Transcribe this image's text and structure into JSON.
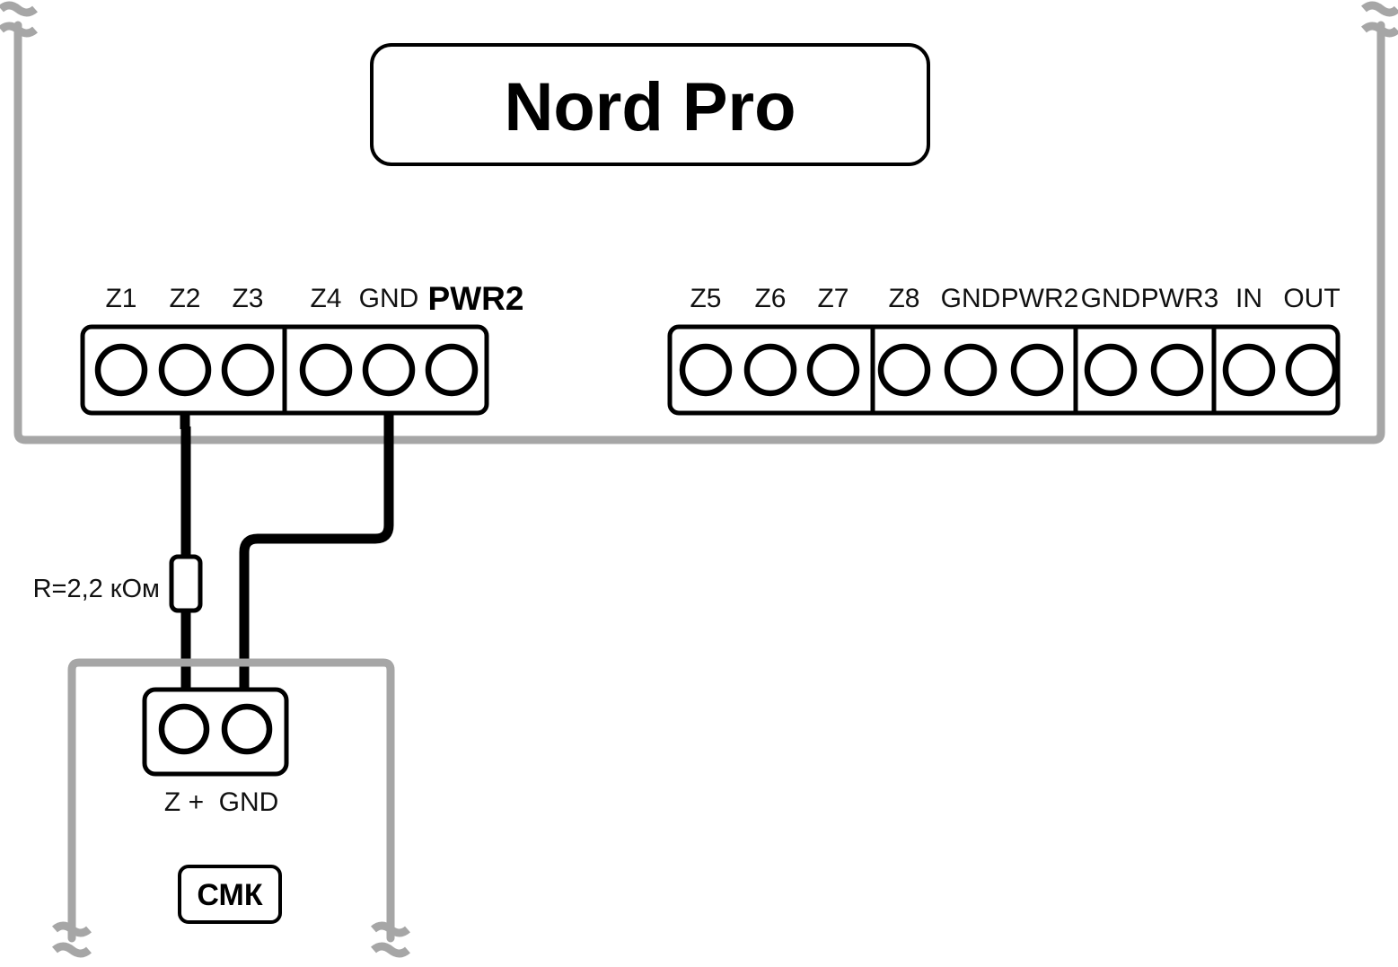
{
  "device": {
    "title": "Nord Pro"
  },
  "left_block": {
    "groups": [
      {
        "labels": [
          "Z1",
          "Z2",
          "Z3"
        ]
      },
      {
        "labels": [
          "Z4",
          "GND",
          "PWR2"
        ]
      }
    ],
    "emphasized_label": "PWR2"
  },
  "right_block": {
    "groups": [
      {
        "labels": [
          "Z5",
          "Z6",
          "Z7"
        ]
      },
      {
        "labels": [
          "Z8",
          "GND",
          "PWR2"
        ]
      },
      {
        "labels": [
          "GND",
          "PWR3"
        ]
      },
      {
        "labels": [
          "IN",
          "OUT"
        ]
      }
    ]
  },
  "resistor": {
    "label": "R=2,2 кОм"
  },
  "sensor": {
    "terminal_labels": [
      "Z +",
      "GND"
    ],
    "device_label": "СМК"
  },
  "colors": {
    "panel_outline": "#a6a6a6",
    "wire": "#000000",
    "terminal_stroke": "#000000",
    "background": "#ffffff"
  }
}
